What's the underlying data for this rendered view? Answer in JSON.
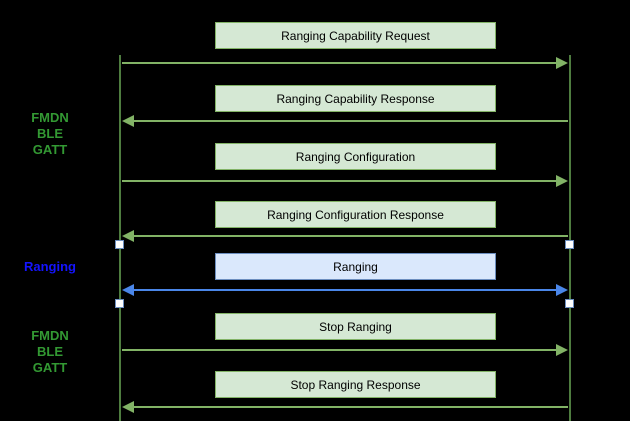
{
  "sections": {
    "gatt_top": {
      "label": "FMDN\nBLE\nGATT"
    },
    "ranging": {
      "label": "Ranging"
    },
    "gatt_bottom": {
      "label": "FMDN\nBLE\nGATT"
    }
  },
  "messages": [
    {
      "label": "Ranging Capability Request",
      "direction": "right",
      "channel": "gatt"
    },
    {
      "label": "Ranging Capability Response",
      "direction": "left",
      "channel": "gatt"
    },
    {
      "label": "Ranging Configuration",
      "direction": "right",
      "channel": "gatt"
    },
    {
      "label": "Ranging Configuration Response",
      "direction": "left",
      "channel": "gatt"
    },
    {
      "label": "Ranging",
      "direction": "both",
      "channel": "ranging"
    },
    {
      "label": "Stop Ranging",
      "direction": "right",
      "channel": "gatt"
    },
    {
      "label": "Stop Ranging Response",
      "direction": "left",
      "channel": "gatt"
    }
  ],
  "colors": {
    "background": "#000000",
    "gatt_fill": "#d5e8d4",
    "gatt_border": "#82b366",
    "gatt_arrow": "#82b366",
    "gatt_label_text": "#339933",
    "ranging_fill": "#dae8fc",
    "ranging_border": "#6c8ebf",
    "ranging_arrow": "#4a86e8",
    "ranging_label_text": "#1414ff",
    "lifeline": "#4e7c3f",
    "marker_fill": "#ffffff"
  }
}
